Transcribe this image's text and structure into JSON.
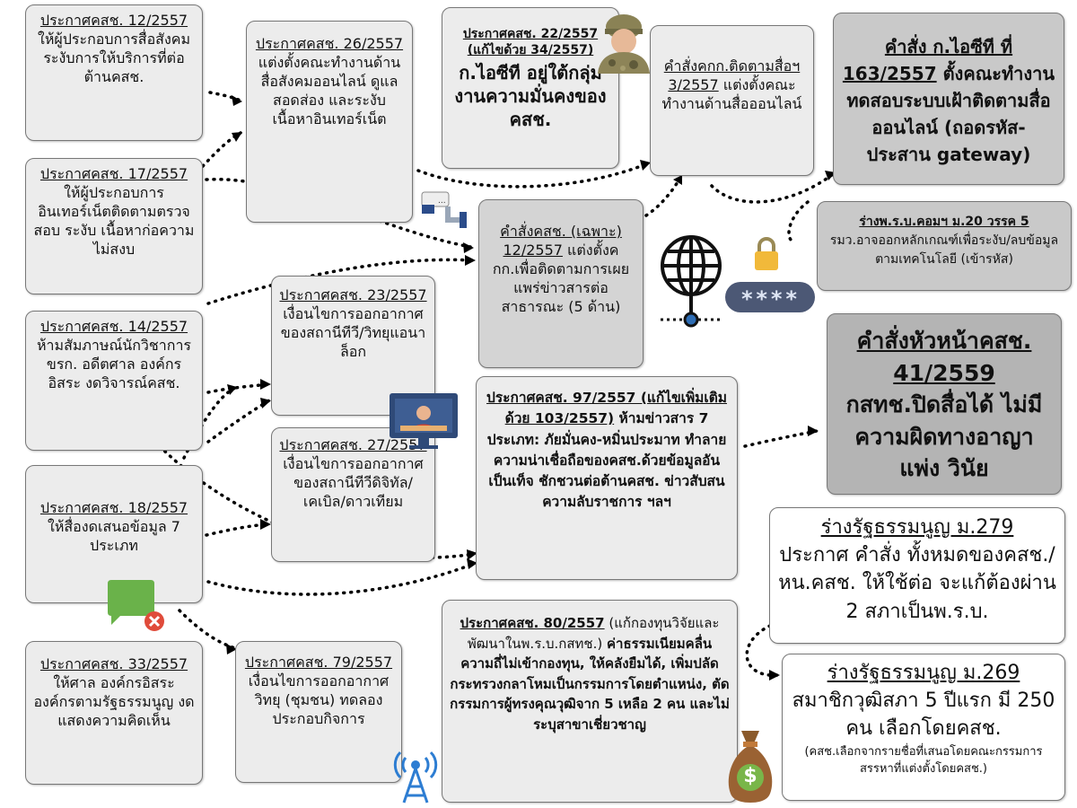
{
  "boxes": {
    "b12": {
      "head": "ประกาศคสช. 12/2557",
      "body": " ให้ผู้ประกอบการสื่อสังคมระงับการให้บริการที่ต่อต้านคสช."
    },
    "b17": {
      "head": "ประกาศคสช. 17/2557",
      "body": " ให้ผู้ประกอบการอินเทอร์เน็ตติดตามตรวจสอบ ระงับ เนื้อหาก่อความไม่สงบ"
    },
    "b14": {
      "head": "ประกาศคสช. 14/2557",
      "body": " ห้ามสัมภาษณ์นักวิชาการ ขรก. อดีตศาล องค์กรอิสระ งดวิจารณ์คสช."
    },
    "b18": {
      "head": "ประกาศคสช. 18/2557",
      "body": " ให้สื่องดเสนอข้อมูล 7 ประเภท"
    },
    "b33": {
      "head": "ประกาศคสช. 33/2557",
      "body": " ให้ศาล องค์กรอิสระ องค์กรตามรัฐธรรมนูญ งดแสดงความคิดเห็น"
    },
    "b26": {
      "head": "ประกาศคสช. 26/2557",
      "body": " แต่งตั้งคณะทำงานด้านสื่อสังคมออนไลน์ ดูแล สอดส่อง และระงับเนื้อหาอินเทอร์เน็ต"
    },
    "b23": {
      "head": "ประกาศคสช. 23/2557",
      "body": " เงื่อนไขการออกอากาศของสถานีทีวี/วิทยุแอนาล็อก"
    },
    "b27": {
      "head": "ประกาศคสช. 27/2557",
      "body": " เงื่อนไขการออกอากาศของสถานีทีวีดิจิทัล/เคเบิล/ดาวเทียม"
    },
    "b79": {
      "head": "ประกาศคสช. 79/2557",
      "body": " เงื่อนไขการออกอากาศวิทยุ (ชุมชน) ทดลองประกอบกิจการ"
    },
    "b22": {
      "head1": "ประกาศคสช. 22/2557",
      "head2": "(แก้ไขด้วย 34/2557)",
      "body": "ก.ไอซีที อยู่ใต้กลุ่มงานความมั่นคงของคสช."
    },
    "bspecial": {
      "head": "คำสั่งคสช. (เฉพาะ) 12/2557",
      "body": " แต่งตั้งคกก.เพื่อติดตามการเผยแพร่ข่าวสารต่อสาธารณะ (5 ด้าน)"
    },
    "bsub3": {
      "pre": "คำสั่งคกก.ติดตามสื่อฯ 3/2557",
      "body": " แต่งตั้งคณะทำงานด้านสื่อออนไลน์"
    },
    "bict": {
      "head": "คำสั่ง ก.ไอซีที ที่ 163/2557",
      "body": " ตั้งคณะทำงานทดสอบระบบเฝ้าติดตามสื่อออนไลน์ (ถอดรหัส-ประสาน gateway)"
    },
    "bcomp": {
      "head": "ร่างพ.ร.บ.คอมฯ ม.20 วรรค 5",
      "body": "รมว.อาจออกหลักเกณฑ์เพื่อระงับ/ลบข้อมูลตามเทคโนโลยี (เข้ารหัส)"
    },
    "b97": {
      "head": "ประกาศคสช. 97/2557 (แก้ไขเพิ่มเติมด้วย 103/2557)",
      "body": " ห้ามข่าวสาร 7 ประเภท: ภัยมั่นคง-หมิ่นประมาท ทำลายความน่าเชื่อถือของคสช.ด้วยข้อมูลอันเป็นเท็จ ชักชวนต่อต้านคสช. ข่าวสับสน ความลับราชการ ฯลฯ"
    },
    "b41": {
      "head": "คำสั่งหัวหน้าคสช. 41/2559",
      "body": "กสทช.ปิดสื่อได้ ไม่มีความผิดทางอาญา แพ่ง วินัย"
    },
    "b80": {
      "head": "ประกาศคสช. 80/2557",
      "mid": " (แก้กองทุนวิจัยและพัฒนาในพ.ร.บ.กสทช.) ",
      "body": "ค่าธรรมเนียมคลื่นความถี่ไม่เข้ากองทุน, ให้คลังยืมได้, เพิ่มปลัดกระทรวงกลาโหมเป็นกรรมการโดยตำแหน่ง, ตัดกรรมการผู้ทรงคุณวุฒิจาก 5 เหลือ 2 คน และไม่ระบุสาขาเชี่ยวชาญ"
    },
    "b279": {
      "head": "ร่างรัฐธรรมนูญ ม.279",
      "body": "ประกาศ คำสั่ง ทั้งหมดของคสช./หน.คสช. ให้ใช้ต่อ จะแก้ต้องผ่าน 2 สภาเป็นพ.ร.บ."
    },
    "b269": {
      "head": "ร่างรัฐธรรมนูญ ม.269",
      "body": "สมาชิกวุฒิสภา 5 ปีแรก มี 250 คน เลือกโดยคสช.",
      "note": "(คสช.เลือกจากรายชื่อที่เสนอโดยคณะกรรมการสรรหาที่แต่งตั้งโดยคสช.)"
    }
  },
  "icons": {
    "password": "****",
    "money": "$"
  }
}
